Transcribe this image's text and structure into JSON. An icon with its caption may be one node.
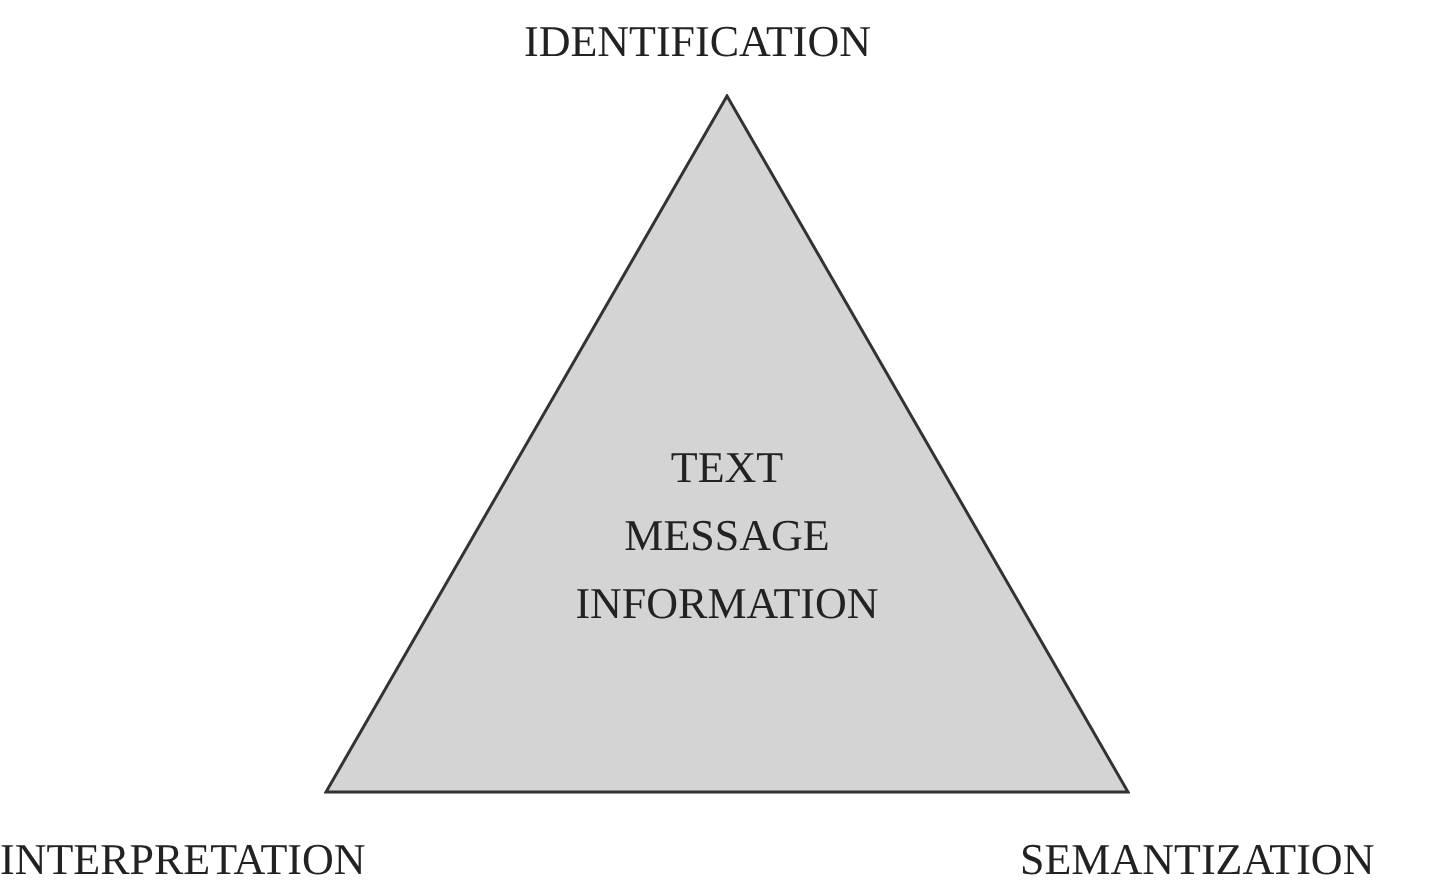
{
  "diagram": {
    "nodes": [
      {
        "text": [
          "TEXT MESSAGE INFORMATION"
        ]
      }
    ],
    "edges": [],
    "labels": [
      "IDENTIFICATION",
      "INTERPRETATION",
      "SEMANTIZATION"
    ]
  }
}
